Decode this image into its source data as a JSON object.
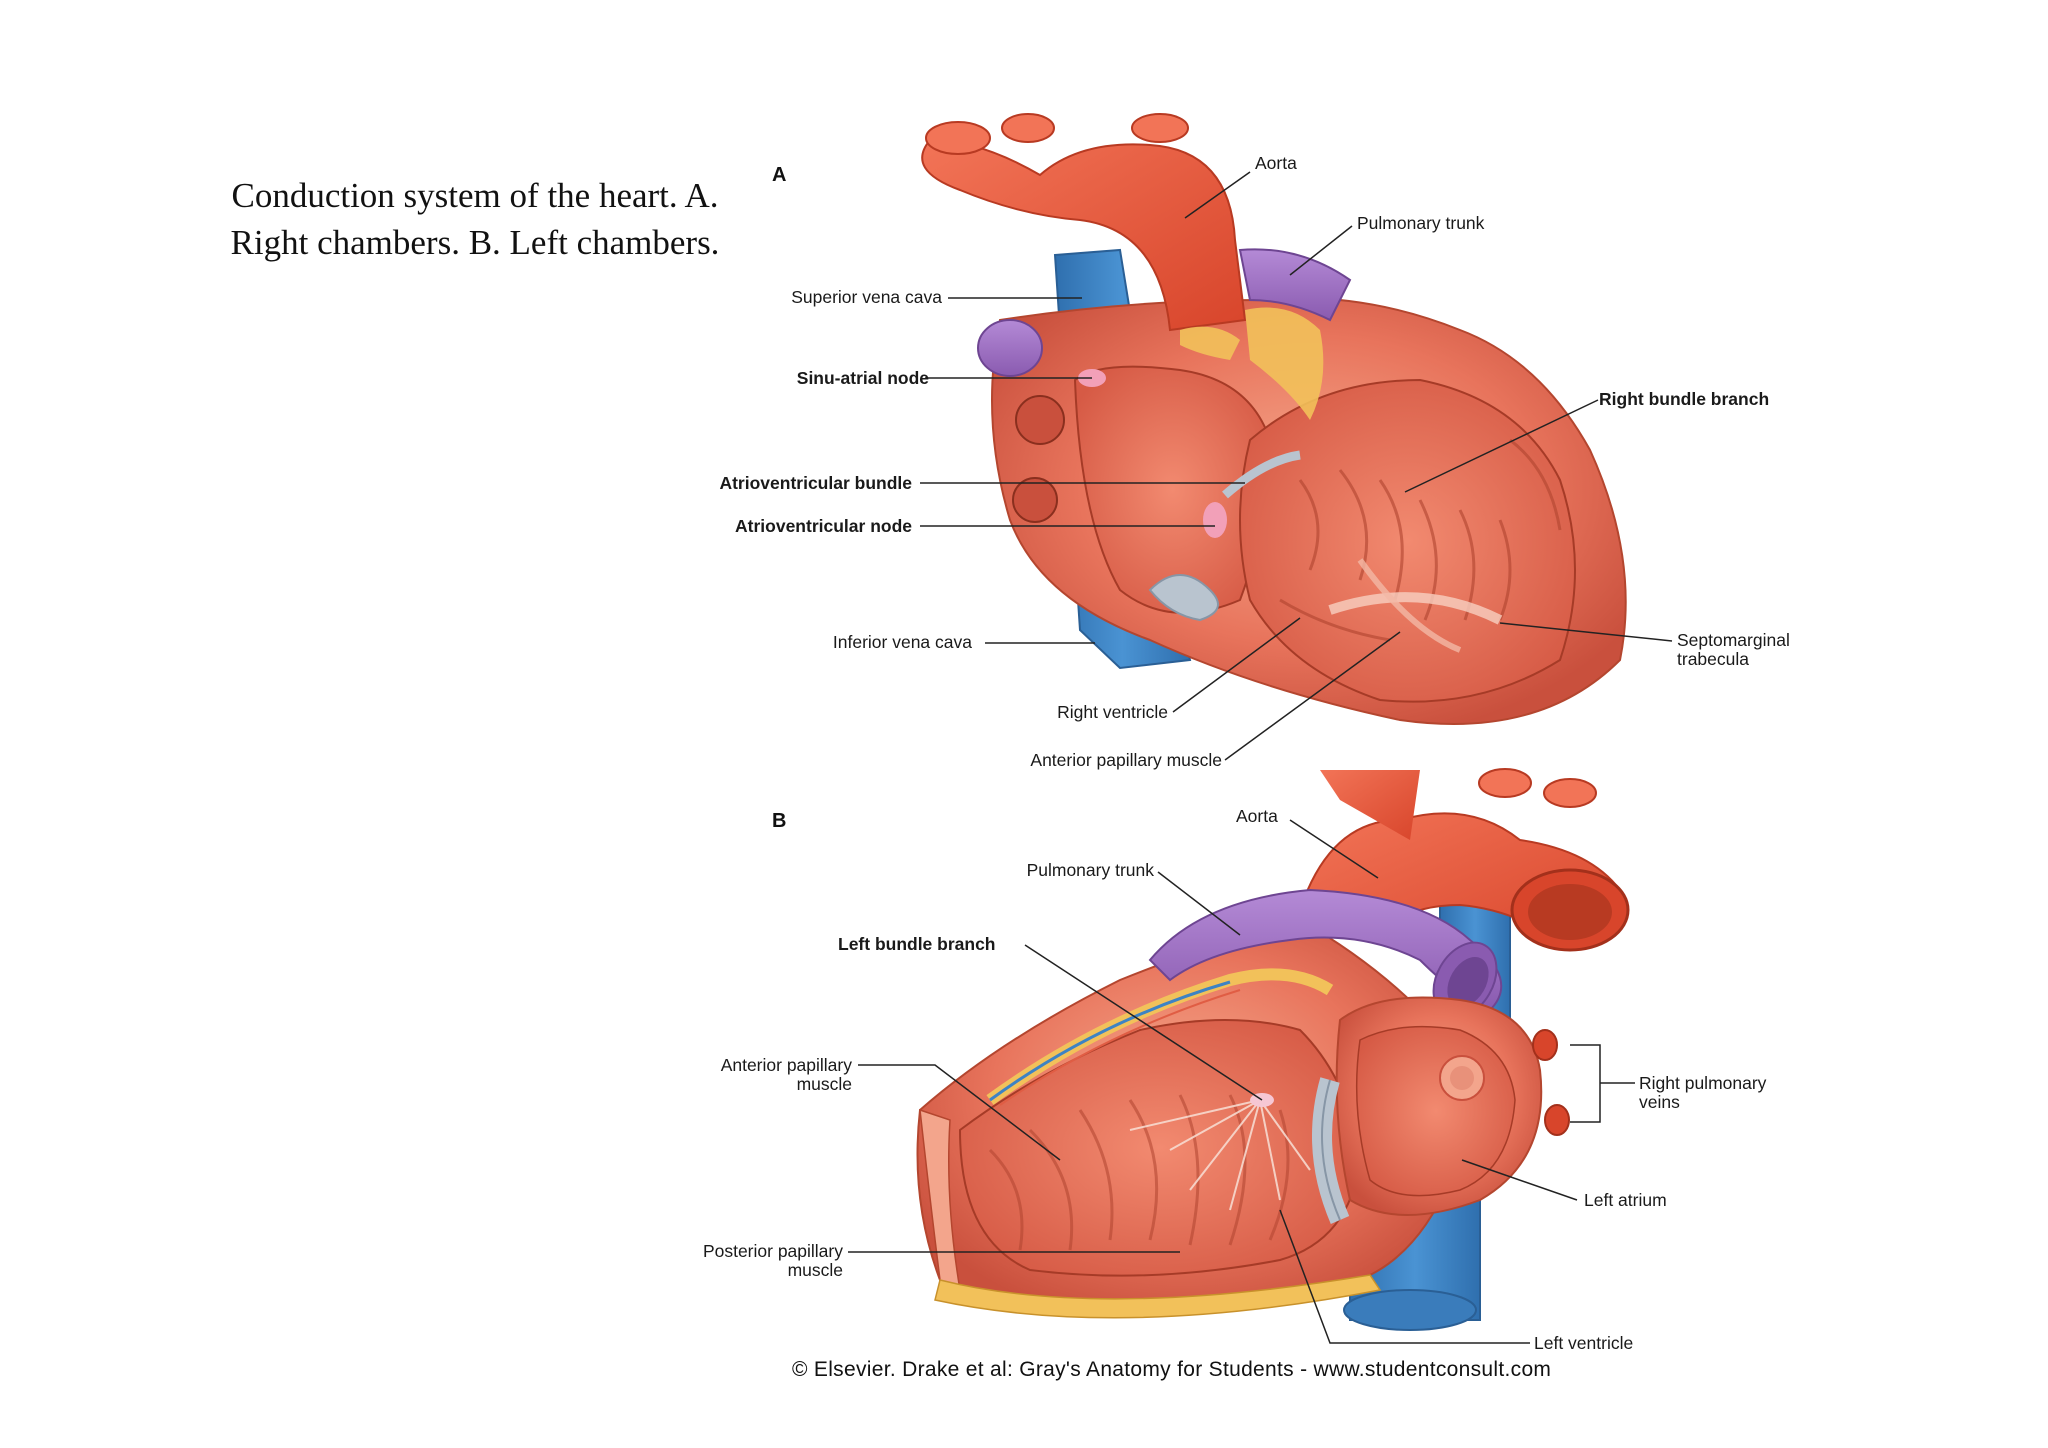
{
  "caption": "Conduction system of the heart. A. Right chambers. B. Left chambers.",
  "panel_a": {
    "letter": "A",
    "labels": {
      "aorta": "Aorta",
      "pulmonary_trunk": "Pulmonary trunk",
      "superior_vena_cava": "Superior vena cava",
      "sinu_atrial_node": "Sinu-atrial node",
      "right_bundle_branch": "Right bundle branch",
      "av_bundle": "Atrioventricular bundle",
      "av_node": "Atrioventricular node",
      "inferior_vena_cava": "Inferior vena cava",
      "septomarginal_1": "Septomarginal",
      "septomarginal_2": "trabecula",
      "right_ventricle": "Right ventricle",
      "anterior_papillary": "Anterior papillary muscle"
    }
  },
  "panel_b": {
    "letter": "B",
    "labels": {
      "aorta": "Aorta",
      "pulmonary_trunk": "Pulmonary trunk",
      "left_bundle_branch": "Left bundle branch",
      "anterior_papillary_1": "Anterior papillary",
      "anterior_papillary_2": "muscle",
      "right_pulmonary_veins_1": "Right pulmonary",
      "right_pulmonary_veins_2": "veins",
      "left_atrium": "Left atrium",
      "posterior_papillary_1": "Posterior papillary",
      "posterior_papillary_2": "muscle",
      "left_ventricle": "Left ventricle"
    }
  },
  "copyright": "© Elsevier. Drake et al: Gray's Anatomy for Students - www.studentconsult.com",
  "colors": {
    "muscle": "#e8745c",
    "muscle_dark": "#c9503d",
    "muscle_light": "#f3a58c",
    "aorta": "#ec5c3e",
    "vein_blue": "#3d83c4",
    "pulmonary_purple": "#9b6cc0",
    "fat_yellow": "#f2c15a",
    "node_pink": "#f2a0b8",
    "valve_gray": "#b9c4cf"
  }
}
